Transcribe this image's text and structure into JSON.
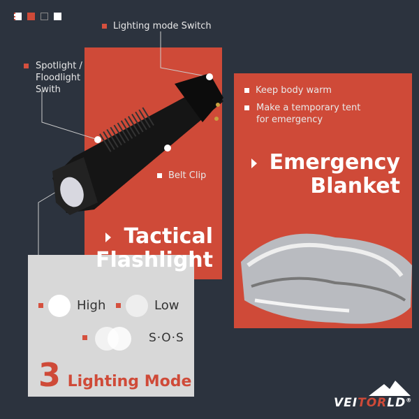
{
  "brand": {
    "name": "VEITORLD",
    "registered": "®",
    "accent": "#cf4a38"
  },
  "top_icons": [
    "notebook-icon",
    "hammer-icon",
    "knife-icon",
    "hammer-icon"
  ],
  "flashlight": {
    "title_line1": "Tactical",
    "title_line2": "Flashlight",
    "callouts": {
      "mode_switch": "Lighting mode Switch",
      "spotlight": "Spotlight /\nFloodlight\nSwith",
      "belt_clip": "Belt Clip"
    }
  },
  "blanket": {
    "title_line1": "Emergency",
    "title_line2": "Blanket",
    "features": [
      "Keep body warm",
      "Make a temporary tent\nfor emergency"
    ]
  },
  "modes": {
    "count": "3",
    "label": "Lighting Mode",
    "items": [
      "High",
      "Low",
      "S·O·S"
    ]
  },
  "colors": {
    "background": "#2c333e",
    "red": "#cf4a38",
    "gray_panel": "#d8d8d8"
  }
}
